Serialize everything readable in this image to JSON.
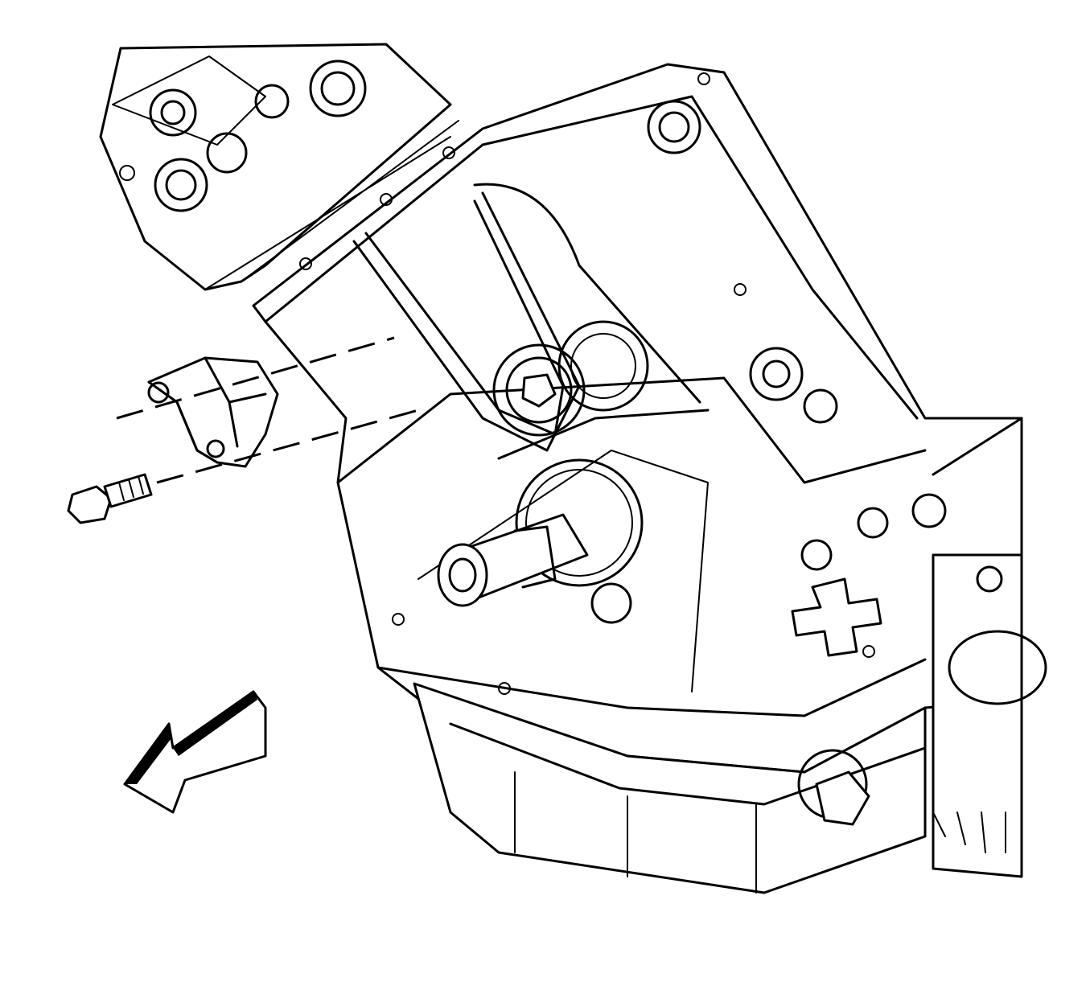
{
  "diagram": {
    "colors": {
      "line": "#000000",
      "background": "#ffffff"
    },
    "icons": [
      "direction-arrow-icon"
    ],
    "parts": [
      "cylinder-head",
      "engine-block",
      "timing-chain",
      "crankshaft-sprocket",
      "chain-tensioner",
      "tensioner-bolt",
      "oil-pan",
      "oil-filter"
    ]
  }
}
